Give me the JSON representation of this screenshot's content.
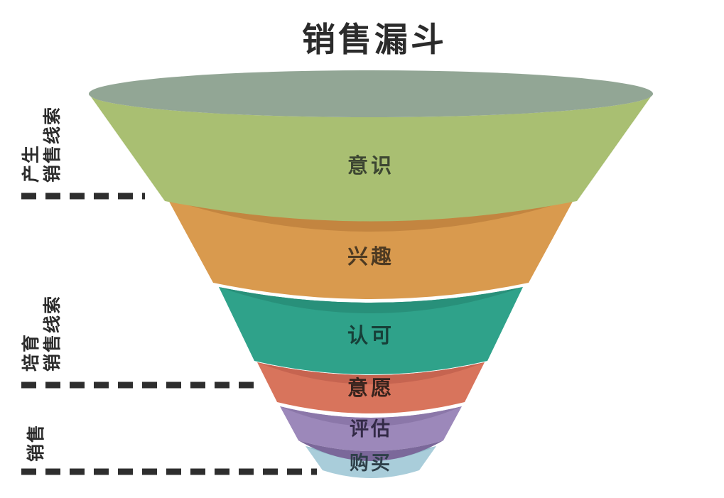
{
  "title": "销售漏斗",
  "title_color": "#2b2b2b",
  "background_color": "#ffffff",
  "funnel": {
    "stages": [
      {
        "label": "意识",
        "color": "#a9bf72",
        "inner_color": "#92a695",
        "text_color": "#3d4632"
      },
      {
        "label": "兴趣",
        "color": "#d99a4e",
        "lip_color": "#c38540",
        "text_color": "#4d3a22"
      },
      {
        "label": "认可",
        "color": "#2fa28a",
        "lip_color": "#28907a",
        "text_color": "#173f38"
      },
      {
        "label": "意愿",
        "color": "#d8745c",
        "lip_color": "#c66450",
        "text_color": "#37231d"
      },
      {
        "label": "评估",
        "color": "#9c88ba",
        "lip_color": "#8b77a9",
        "shadow_color": "#7b689a",
        "text_color": "#332a47"
      },
      {
        "label": "购买",
        "color": "#a9cdda",
        "lip_color": "#93bccb",
        "text_color": "#2e3f49"
      }
    ]
  },
  "side_labels": [
    {
      "lines": [
        "产生",
        "销售线索"
      ]
    },
    {
      "lines": [
        "培育",
        "销售线索"
      ]
    },
    {
      "lines": [
        "销售"
      ]
    }
  ],
  "separator_color": "#2e2e2e"
}
